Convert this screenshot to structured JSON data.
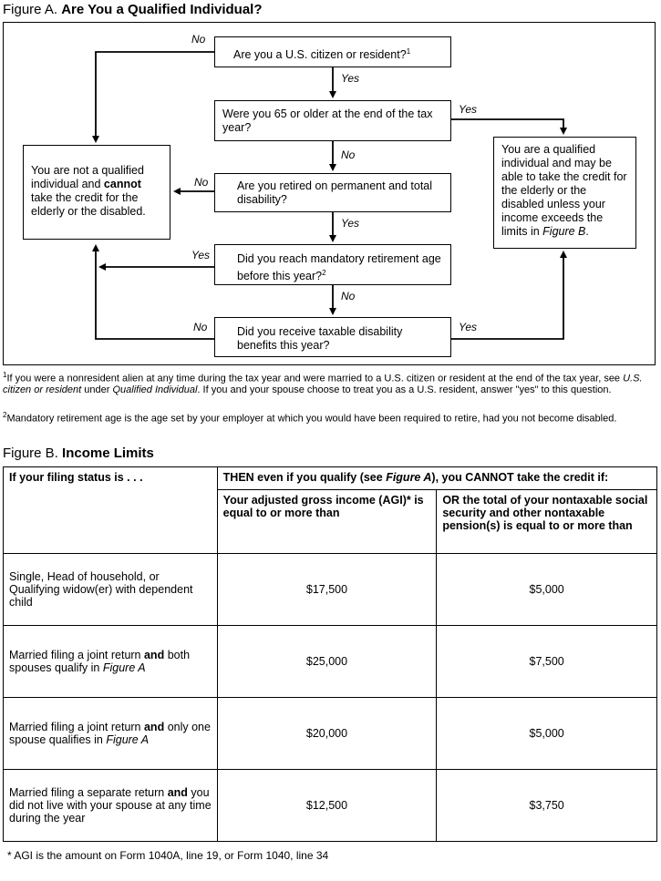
{
  "figure_a": {
    "label": "Figure A.",
    "title": "Are You a Qualified Individual?",
    "q1": "Are you a U.S. citizen or resident?",
    "q1_note": "1",
    "q2": "Were you 65 or older at the end of the tax year?",
    "q3": "Are you retired on permanent and total disability?",
    "q4": "Did you reach mandatory retirement age before this year?",
    "q4_note": "2",
    "q5": "Did you receive taxable disability benefits this year?",
    "not_qualified_a": "You are not a qualified individual and ",
    "not_qualified_bold": "cannot",
    "not_qualified_b": " take the credit for the elderly or the disabled.",
    "qualified_a": "You are a qualified individual and may be able to take the credit for the elderly or the disabled unless your income exceeds the limits in ",
    "qualified_ref": "Figure B",
    "qualified_b": ".",
    "yes": "Yes",
    "no": "No"
  },
  "footnotes": {
    "n1_mark": "1",
    "n1_a": "If you were a nonresident alien at any time during the tax year and were married to a U.S. citizen or resident at the end of the tax year, see ",
    "n1_em1": "U.S. citizen or resident",
    "n1_b": " under ",
    "n1_em2": "Qualified Individual",
    "n1_c": ". If you and your spouse choose to treat you as a U.S. resident, answer \"yes\" to this question.",
    "n2_mark": "2",
    "n2": "Mandatory retirement age is the age set by your employer at which you would have been required to retire, had you not become disabled."
  },
  "figure_b": {
    "label": "Figure B.",
    "title": "Income Limits",
    "h_status": "If your filing status is . . .",
    "h_then_a": "THEN even if you qualify (see ",
    "h_then_ref": "Figure A",
    "h_then_b": "), you CANNOT take the credit if:",
    "h_agi": "Your adjusted gross income (AGI)* is equal to or more than",
    "h_pension": "OR the total of your nontaxable social security and other nontaxable pension(s) is equal to or more than",
    "rows": [
      {
        "status_a": "Single, Head of household, or Qualifying widow(er) with dependent child",
        "status_bold": "",
        "status_b": "",
        "status_em": "",
        "agi": "$17,500",
        "pension": "$5,000"
      },
      {
        "status_a": "Married filing a joint return ",
        "status_bold": "and",
        "status_b": " both spouses qualify in ",
        "status_em": "Figure A",
        "agi": "$25,000",
        "pension": "$7,500"
      },
      {
        "status_a": "Married filing a joint return ",
        "status_bold": "and",
        "status_b": " only one spouse qualifies in ",
        "status_em": "Figure A",
        "agi": "$20,000",
        "pension": "$5,000"
      },
      {
        "status_a": "Married filing a separate return ",
        "status_bold": "and",
        "status_b": " you did not live with your spouse at any time during the year",
        "status_em": "",
        "agi": "$12,500",
        "pension": "$3,750"
      }
    ],
    "note": "* AGI is the amount on Form 1040A, line 19, or Form 1040, line 34"
  }
}
